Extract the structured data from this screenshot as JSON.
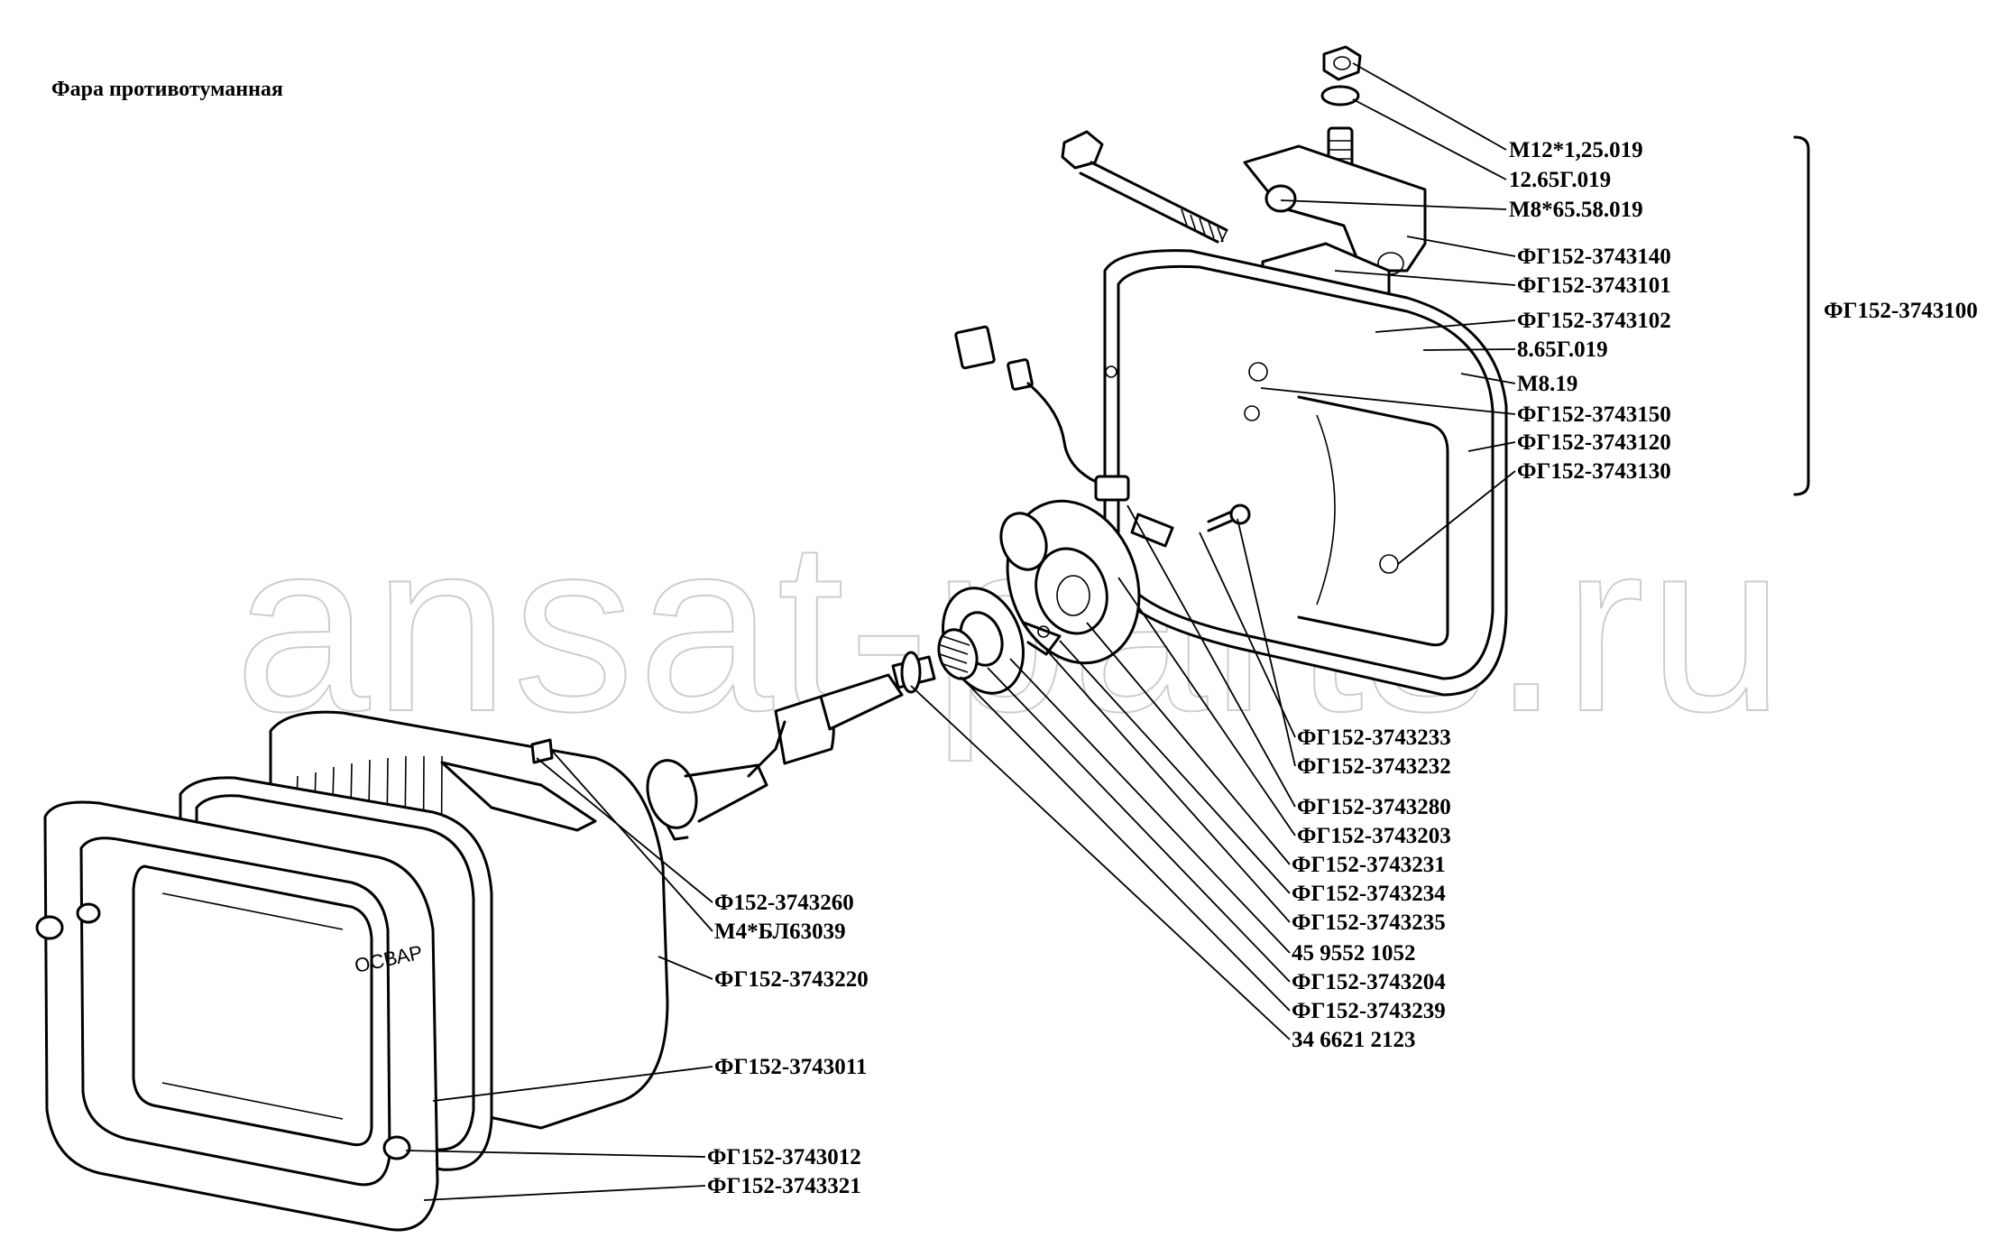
{
  "diagram": {
    "title": "Фара противотуманная",
    "watermark": "ansat-parts.ru",
    "group_label": "ФГ152-3743100",
    "parts": [
      "M12*1,25.019",
      "12.65Г.019",
      "M8*65.58.019",
      "ФГ152-3743140",
      "ФГ152-3743101",
      "ФГ152-3743102",
      "8.65Г.019",
      "M8.19",
      "ФГ152-3743150",
      "ФГ152-3743120",
      "ФГ152-3743130",
      "ФГ152-3743233",
      "ФГ152-3743232",
      "ФГ152-3743280",
      "ФГ152-3743203",
      "ФГ152-3743231",
      "ФГ152-3743234",
      "ФГ152-3743235",
      "45 9552 1052",
      "ФГ152-3743204",
      "ФГ152-3743239",
      "34 6621 2123",
      "Ф152-3743260",
      "M4*БЛ63039",
      "ФГ152-3743220",
      "ФГ152-3743011",
      "ФГ152-3743012",
      "ФГ152-3743321"
    ],
    "housing_lettering": "ОСВАР"
  }
}
